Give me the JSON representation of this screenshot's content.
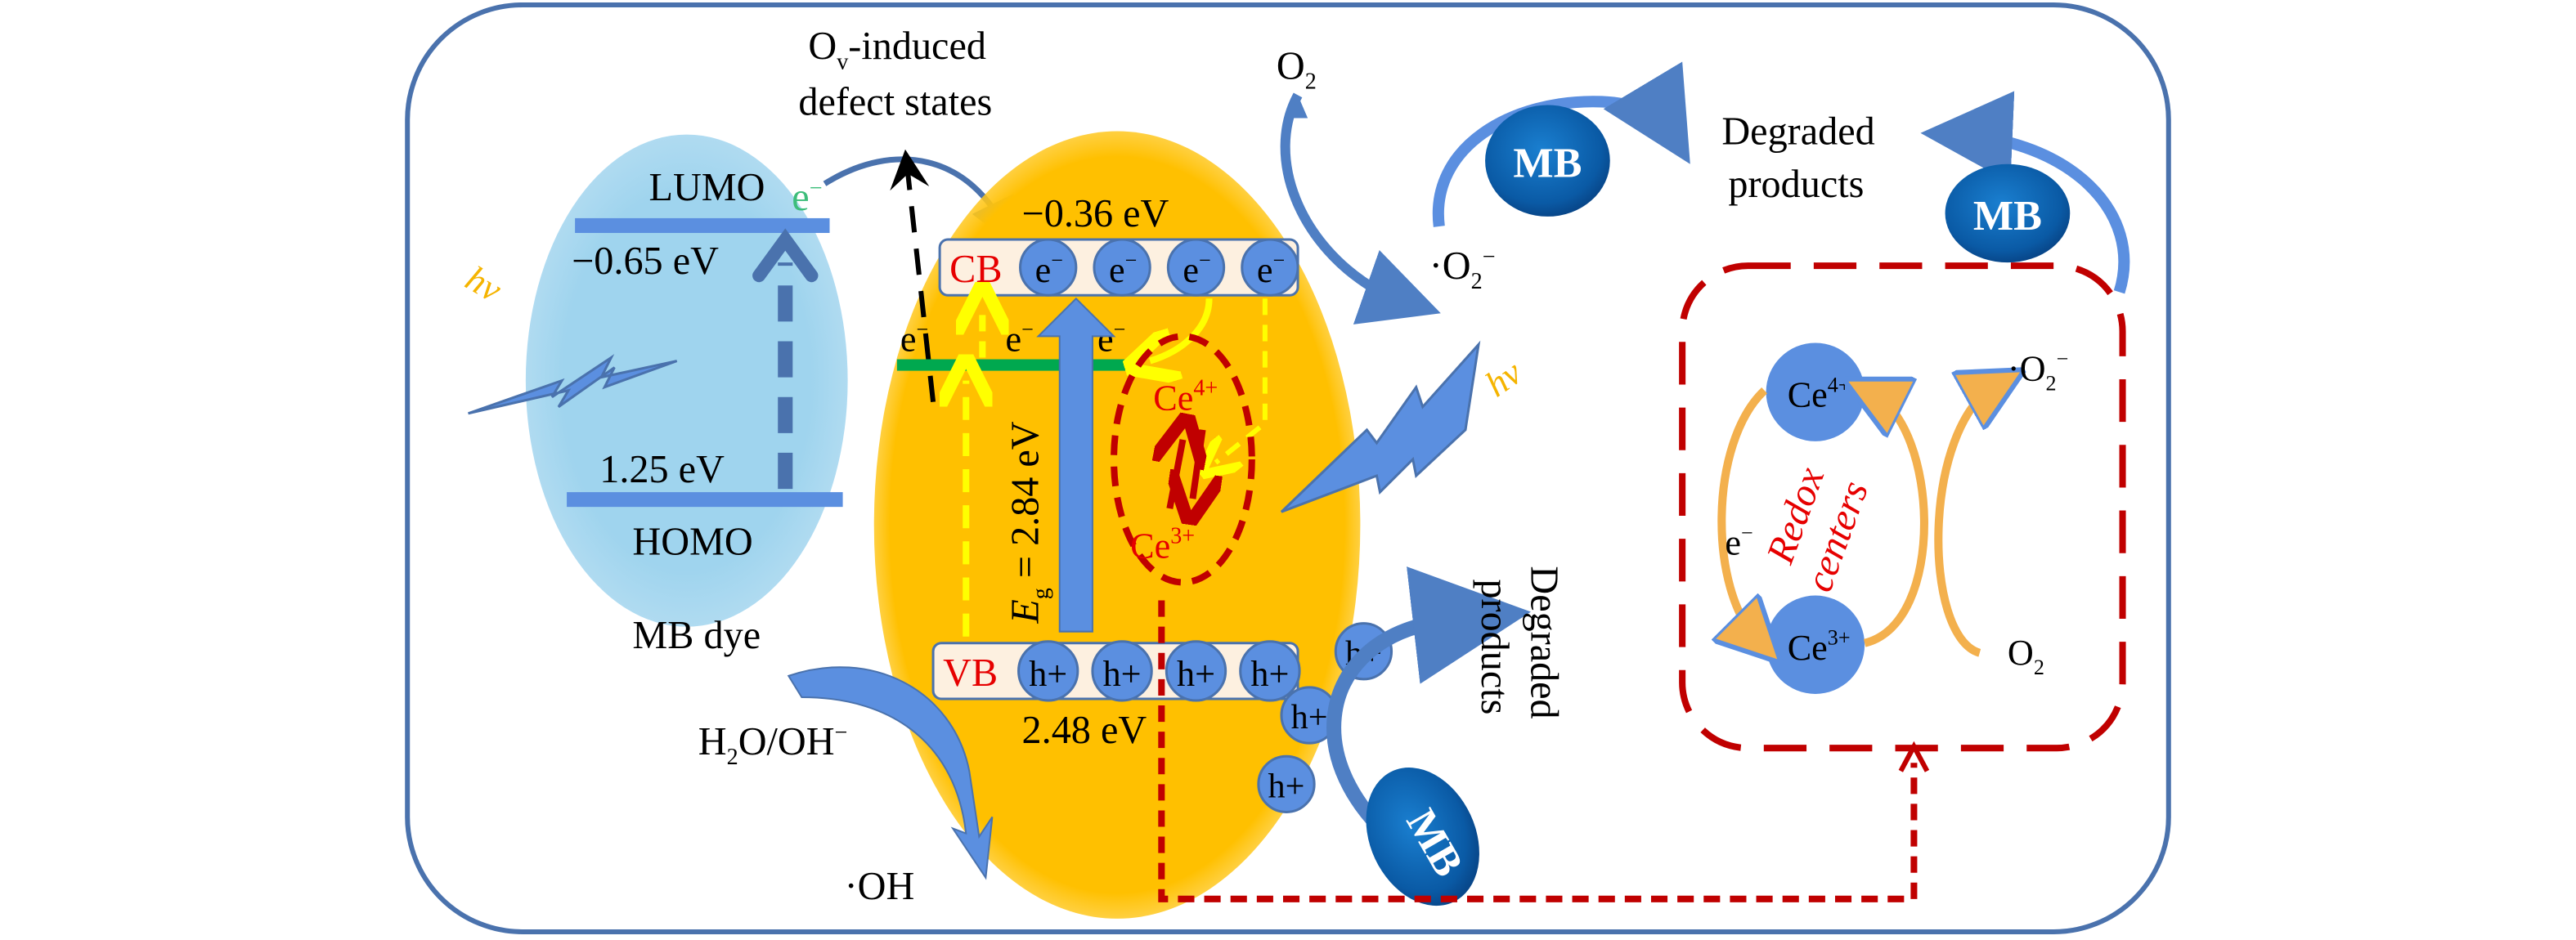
{
  "title_labels": {
    "ov_line1": "-induced",
    "ov_O": "O",
    "ov_sub": "v",
    "ov_line2": "defect states"
  },
  "mb_dye": {
    "lumo_label": "LUMO",
    "lumo_energy": "−0.65 eV",
    "homo_energy": "1.25 eV",
    "homo_label": "HOMO",
    "caption": "MB dye",
    "electron": "e",
    "electron_sup": "−"
  },
  "light": {
    "hv_left": "hv",
    "hv_right": "hv"
  },
  "semiconductor": {
    "cb_energy": "−0.36 eV",
    "cb_label": "CB",
    "cb_electrons": [
      "e",
      "e",
      "e",
      "e"
    ],
    "electron_sup": "−",
    "defect_electrons": [
      "e",
      "e",
      "e"
    ],
    "bandgap_E": "E",
    "bandgap_sub": "g",
    "bandgap_value": " = 2.84 eV",
    "vb_label": "VB",
    "vb_holes": [
      "h+",
      "h+",
      "h+",
      "h+"
    ],
    "vb_energy": "2.48 eV",
    "ce4": "Ce",
    "ce4_sup": "4+",
    "ce3": "Ce",
    "ce3_sup": "3+"
  },
  "species": {
    "o2_top": "O",
    "o2_sub": "2",
    "superoxide": "·O",
    "superoxide_sub": "2",
    "superoxide_sup": "−",
    "water": "H",
    "water_sub": "2",
    "water_rest": "O/OH",
    "water_sup": "−",
    "hydroxyl": "·OH",
    "free_holes": [
      "h+",
      "h+",
      "h+"
    ]
  },
  "mb_molecules": [
    "MB",
    "MB",
    "MB"
  ],
  "degraded": {
    "top_line1": "Degraded",
    "top_line2": "products",
    "mid_line1": "Degraded",
    "mid_line2": "products"
  },
  "redox_panel": {
    "ce4": "Ce",
    "ce4_sup": "4+",
    "ce3": "Ce",
    "ce3_sup": "3+",
    "electron": "e",
    "electron_sup": "−",
    "label_line1": "Redox",
    "label_line2": "centers",
    "superoxide": "·O",
    "superoxide_sub": "2",
    "superoxide_sup": "−",
    "o2": "O",
    "o2_sub": "2"
  },
  "colors": {
    "frame": "#4a72ad",
    "dye_ellipse": "#9fd4ee",
    "semiconductor": "#ffc000",
    "level_bar": "#5b8fe0",
    "arrow_blue": "#4f7fc4",
    "defect_line": "#00a84f",
    "yellow_arrow": "#ffff00",
    "redox_dash": "#c00000",
    "mb_fill": "#0a63b0",
    "orange_arrow": "#f3b04d"
  }
}
